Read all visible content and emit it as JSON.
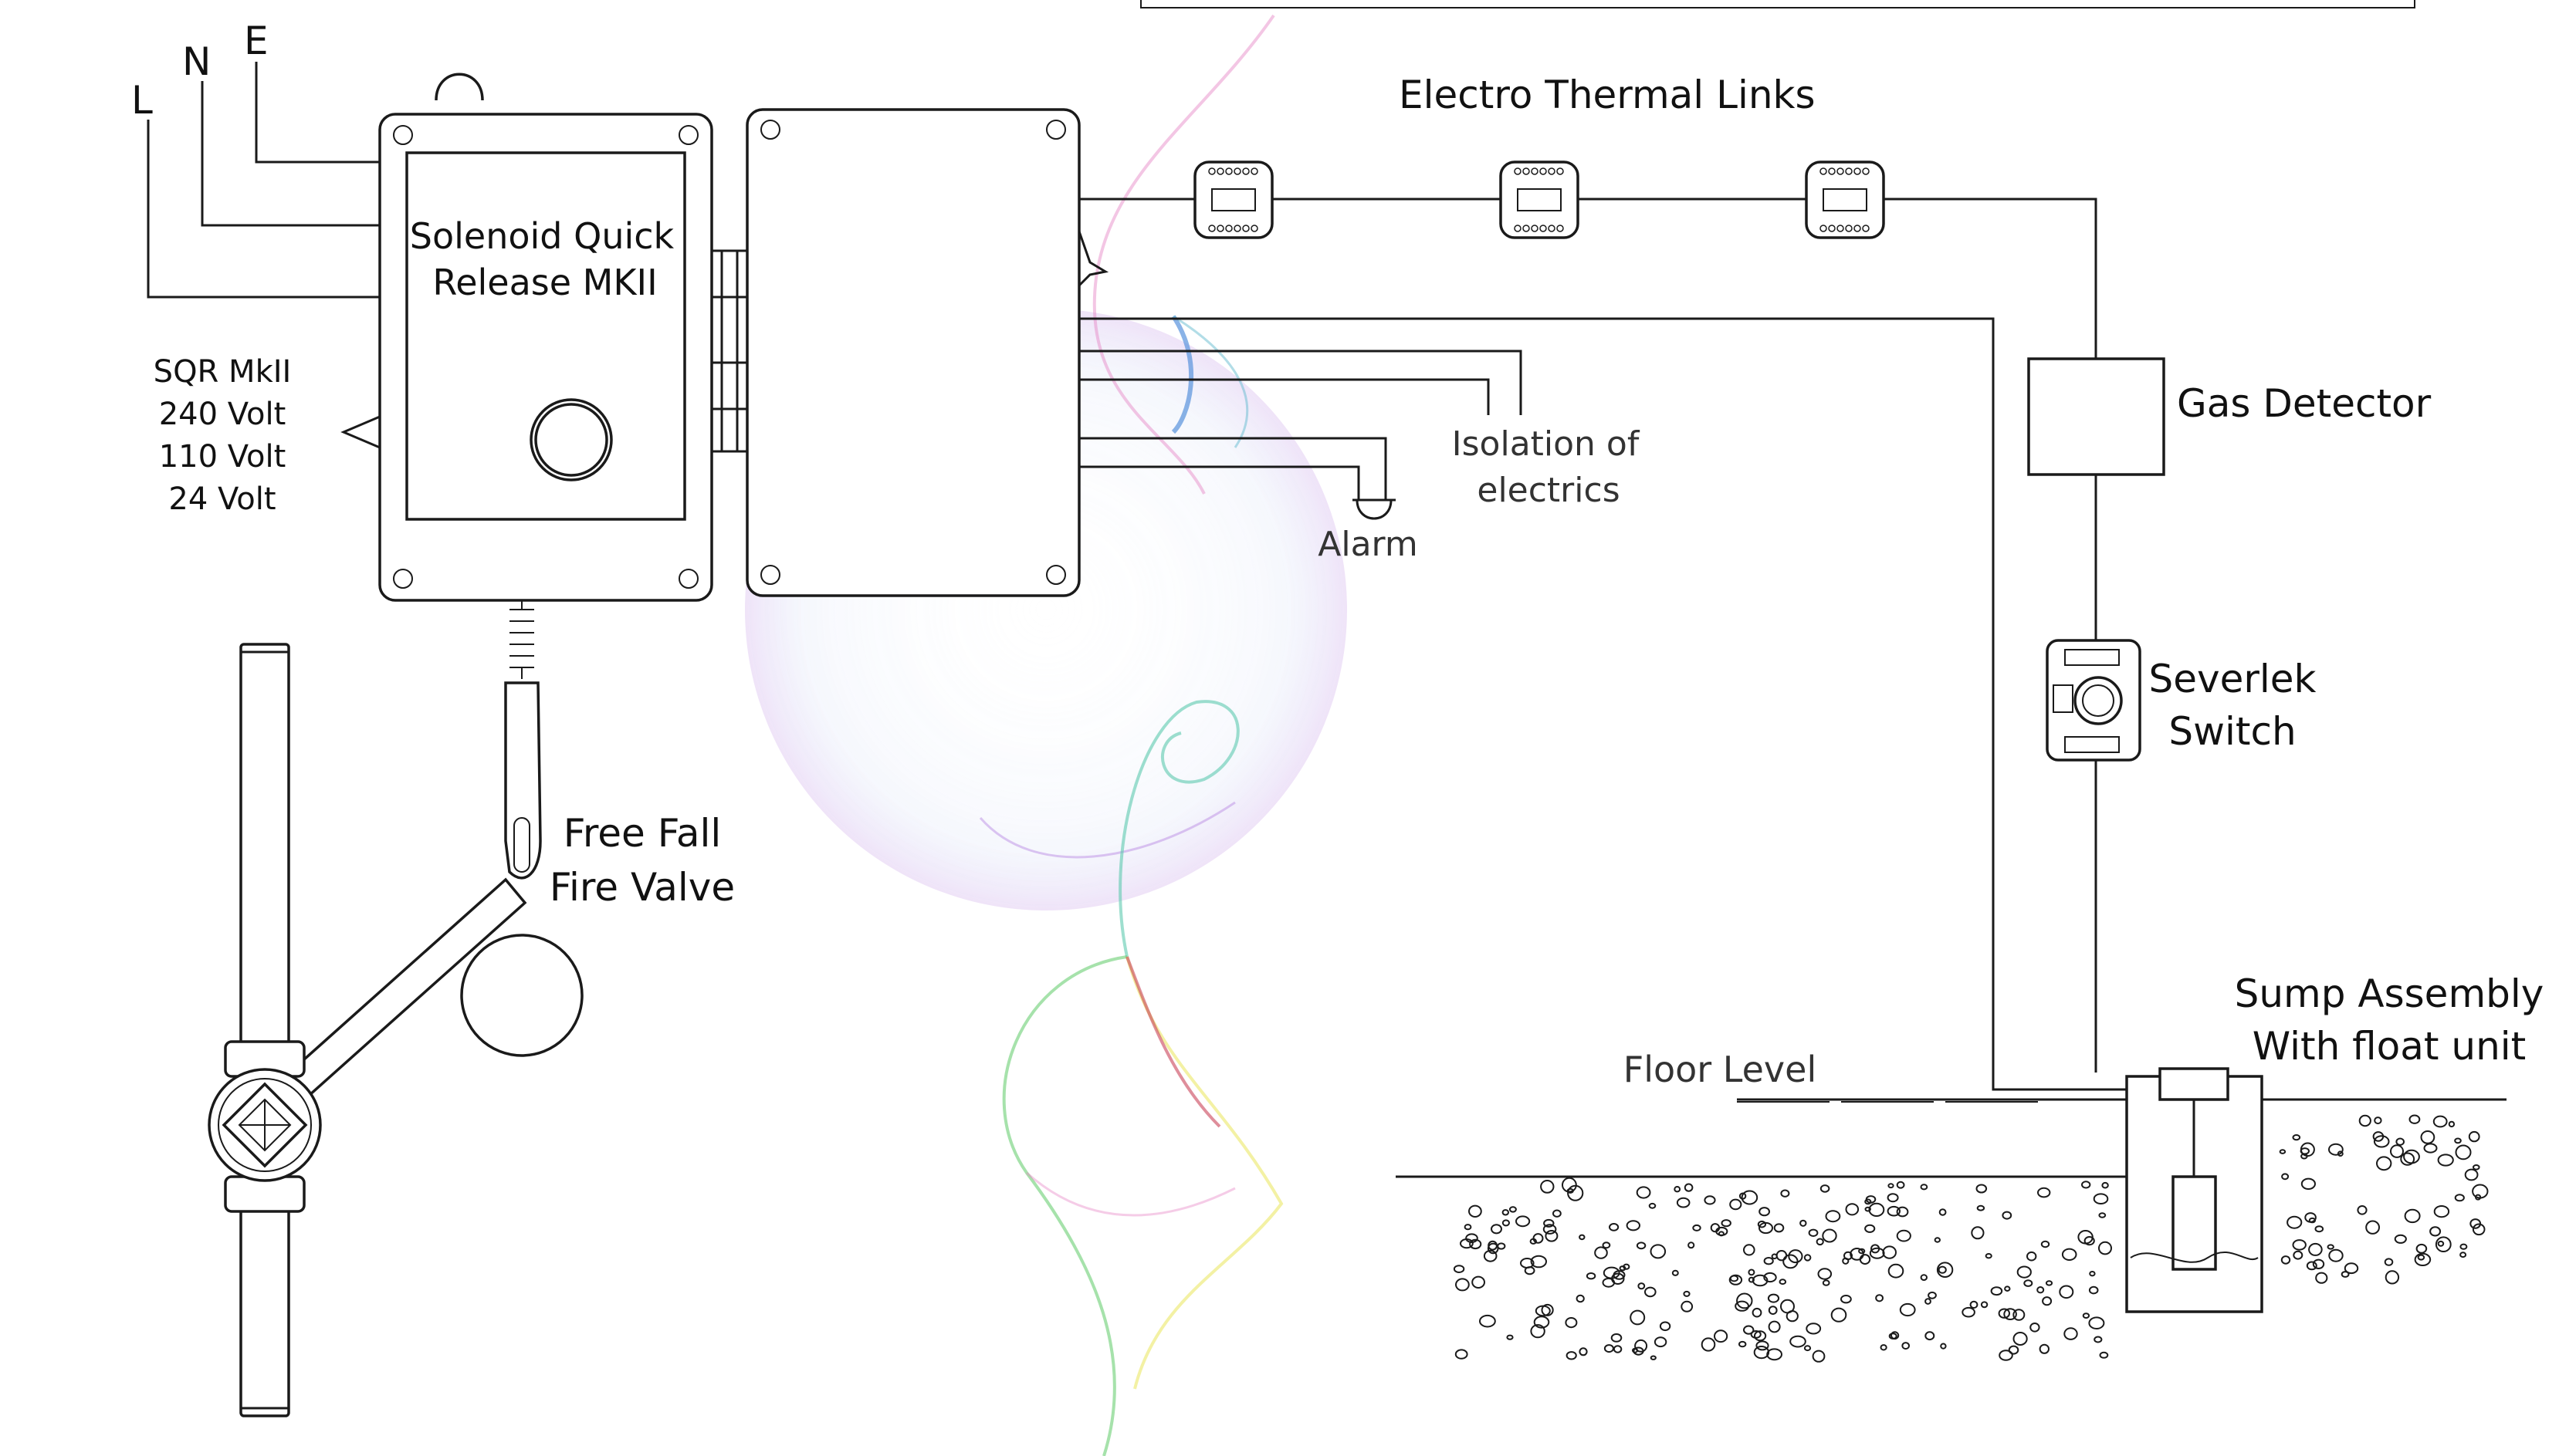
{
  "labels": {
    "l": "L",
    "n": "N",
    "e": "E",
    "solenoid_line1": "Solenoid Quick",
    "solenoid_line2": "Release MKII",
    "sqr_line1": "SQR MkII",
    "sqr_line2": "240 Volt",
    "sqr_line3": "110 Volt",
    "sqr_line4": "24 Volt",
    "links": "Electro Thermal Links",
    "isolation_line1": "Isolation of",
    "isolation_line2": "electrics",
    "alarm": "Alarm",
    "gas": "Gas Detector",
    "severlek_line1": "Severlek",
    "severlek_line2": "Switch",
    "freefall_line1": "Free Fall",
    "freefall_line2": "Fire Valve",
    "sump_line1": "Sump Assembly",
    "sump_line2": "With float unit",
    "floor": "Floor Level"
  },
  "colors": {
    "line": "#1a1a1a",
    "smoke_pink": "#e06ab8",
    "smoke_blue": "#3a7fd6",
    "smoke_green": "#3fbf4a",
    "smoke_yellow": "#e6e03a"
  }
}
